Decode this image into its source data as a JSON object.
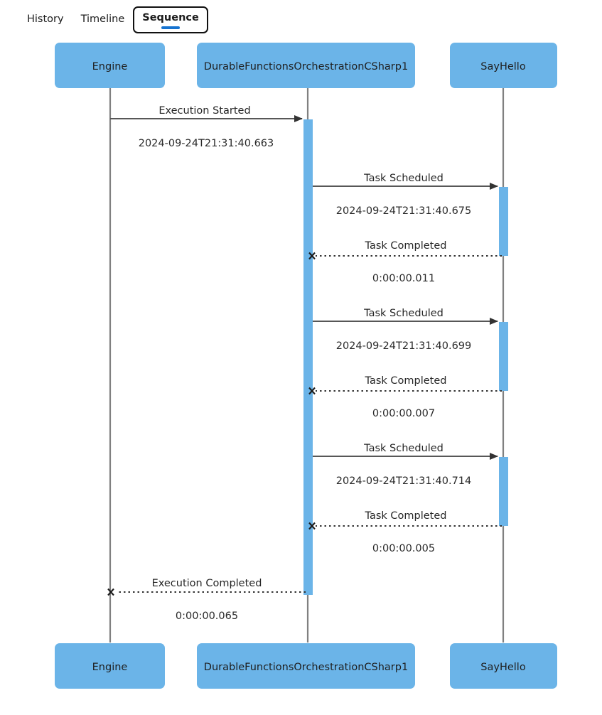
{
  "tabs": [
    {
      "label": "History",
      "active": false
    },
    {
      "label": "Timeline",
      "active": false
    },
    {
      "label": "Sequence",
      "active": true
    }
  ],
  "colors": {
    "actor_fill": "#6bb4e8",
    "activation_fill": "#6bb4e8",
    "lifeline": "#808080",
    "arrow": "#575757",
    "text": "#1f1f1f",
    "tab_accent": "#1673d0"
  },
  "diagram": {
    "type": "sequence",
    "actors": [
      {
        "name": "Engine",
        "label": "Engine"
      },
      {
        "name": "DurableFunctionsOrchestrationCSharp1",
        "label": "DurableFunctionsOrchestrationCSharp1"
      },
      {
        "name": "SayHello",
        "label": "SayHello"
      }
    ],
    "messages": [
      {
        "label": "Execution Started",
        "meta": "2024-09-24T21:31:40.663",
        "from": "Engine",
        "to": "DurableFunctionsOrchestrationCSharp1",
        "style": "solid"
      },
      {
        "label": "Task Scheduled",
        "meta": "2024-09-24T21:31:40.675",
        "from": "DurableFunctionsOrchestrationCSharp1",
        "to": "SayHello",
        "style": "solid"
      },
      {
        "label": "Task Completed",
        "meta": "0:00:00.011",
        "from": "SayHello",
        "to": "DurableFunctionsOrchestrationCSharp1",
        "style": "dotted"
      },
      {
        "label": "Task Scheduled",
        "meta": "2024-09-24T21:31:40.699",
        "from": "DurableFunctionsOrchestrationCSharp1",
        "to": "SayHello",
        "style": "solid"
      },
      {
        "label": "Task Completed",
        "meta": "0:00:00.007",
        "from": "SayHello",
        "to": "DurableFunctionsOrchestrationCSharp1",
        "style": "dotted"
      },
      {
        "label": "Task Scheduled",
        "meta": "2024-09-24T21:31:40.714",
        "from": "DurableFunctionsOrchestrationCSharp1",
        "to": "SayHello",
        "style": "solid"
      },
      {
        "label": "Task Completed",
        "meta": "0:00:00.005",
        "from": "SayHello",
        "to": "DurableFunctionsOrchestrationCSharp1",
        "style": "dotted"
      },
      {
        "label": "Execution Completed",
        "meta": "0:00:00.065",
        "from": "DurableFunctionsOrchestrationCSharp1",
        "to": "Engine",
        "style": "dotted"
      }
    ]
  }
}
